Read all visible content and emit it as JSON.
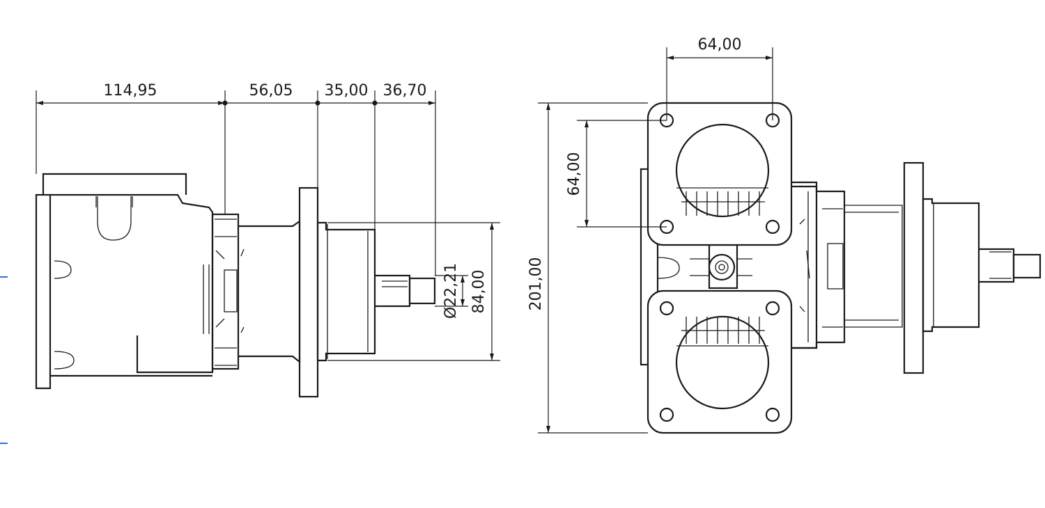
{
  "drawing": {
    "side_view": {
      "dimensions": {
        "d1": "114,95",
        "d2": "56,05",
        "d3": "35,00",
        "d4": "36,70",
        "shaft_diameter": "Ø22,21",
        "flange_height": "84,00"
      }
    },
    "front_view": {
      "dimensions": {
        "bolt_spacing_horizontal": "64,00",
        "bolt_spacing_vertical": "64,00",
        "overall_height": "201,00"
      }
    },
    "colors": {
      "line": "#1a1a1a",
      "edge_marker": "#2f6fe0"
    }
  }
}
